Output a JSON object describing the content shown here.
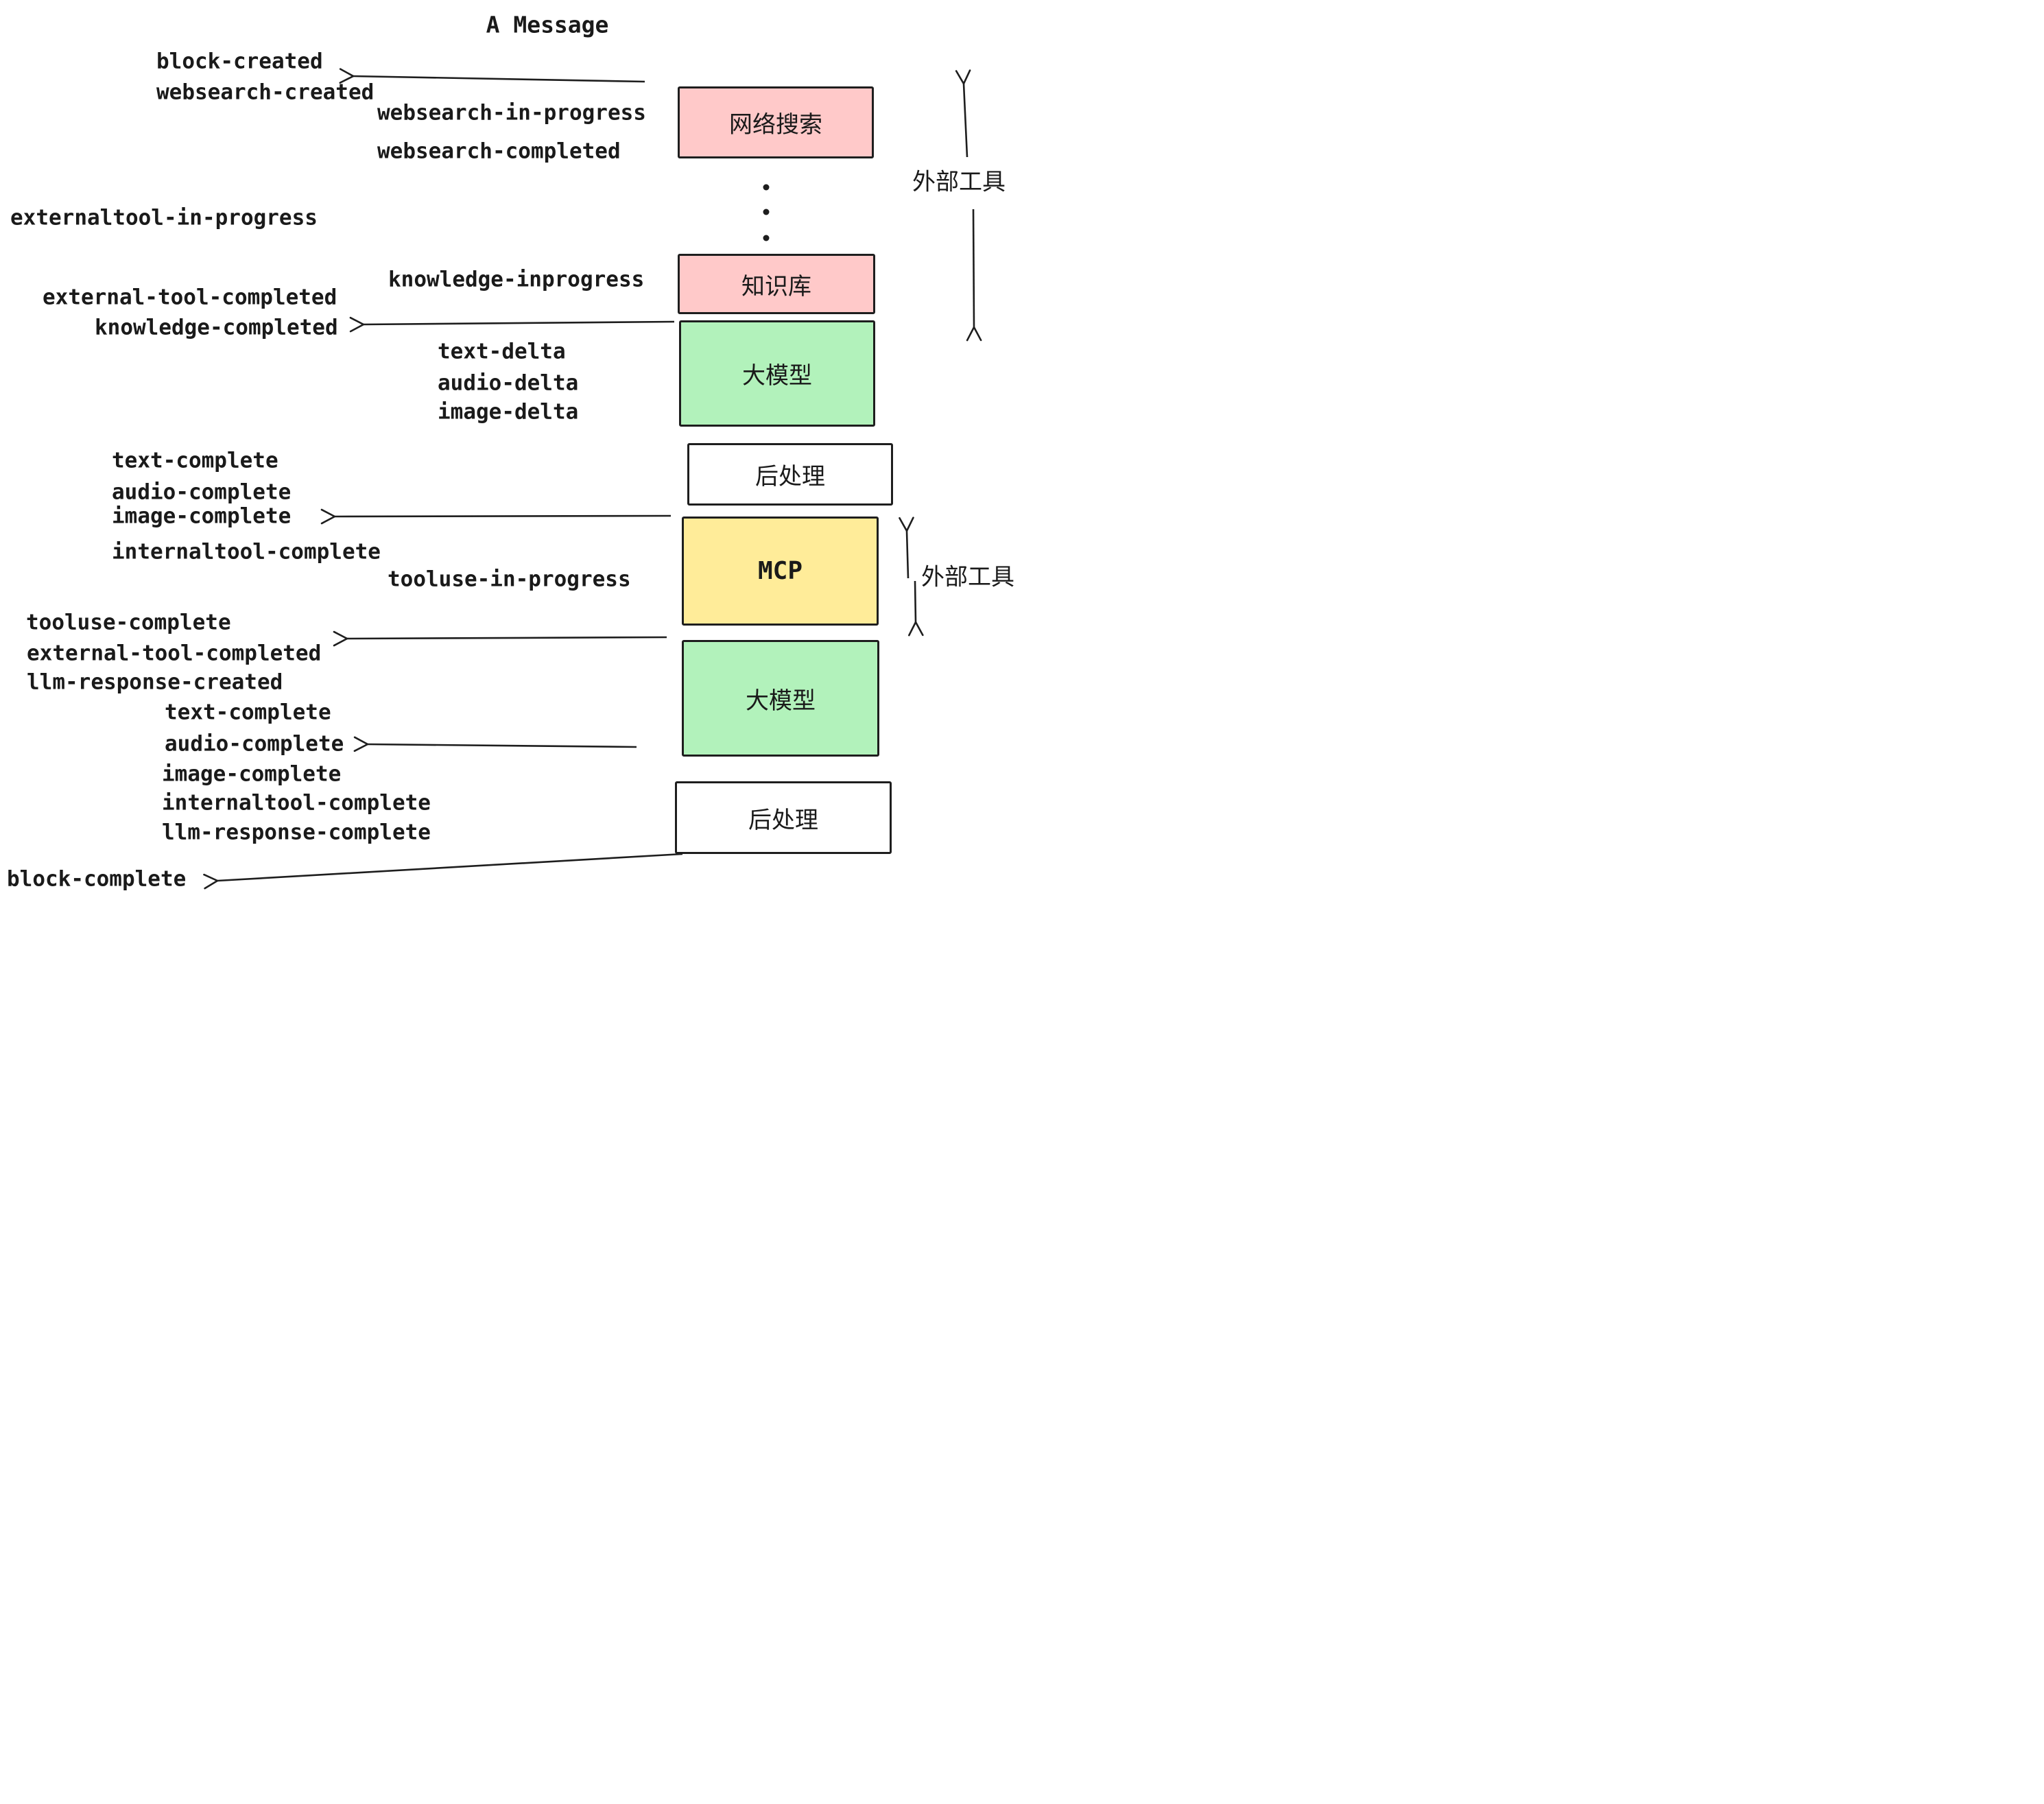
{
  "title": "A Message",
  "events": {
    "e1": "block-created",
    "e2": "websearch-created",
    "e3": "websearch-in-progress",
    "e4": "websearch-completed",
    "e5": "externaltool-in-progress",
    "e6": "knowledge-inprogress",
    "e7": "external-tool-completed",
    "e8": "knowledge-completed",
    "e9": "text-delta",
    "e10": "audio-delta",
    "e11": "image-delta",
    "e12": "text-complete",
    "e13": "audio-complete",
    "e14": "image-complete",
    "e15": "internaltool-complete",
    "e16": "tooluse-in-progress",
    "e17": "tooluse-complete",
    "e18": "external-tool-completed",
    "e19": "llm-response-created",
    "e20": "text-complete",
    "e21": "audio-complete",
    "e22": "image-complete",
    "e23": "internaltool-complete",
    "e24": "llm-response-complete",
    "e25": "block-complete"
  },
  "boxes": {
    "websearch": "网络搜索",
    "knowledge": "知识库",
    "llm1": "大模型",
    "post1": "后处理",
    "mcp": "MCP",
    "llm2": "大模型",
    "post2": "后处理"
  },
  "side_labels": {
    "external_tools_top": "外部工具",
    "external_tools_bottom": "外部工具"
  },
  "colors": {
    "pink": "#ffc9c9",
    "green": "#b2f2bb",
    "yellow": "#ffec99",
    "white": "#ffffff",
    "ink": "#1e1e1e"
  }
}
